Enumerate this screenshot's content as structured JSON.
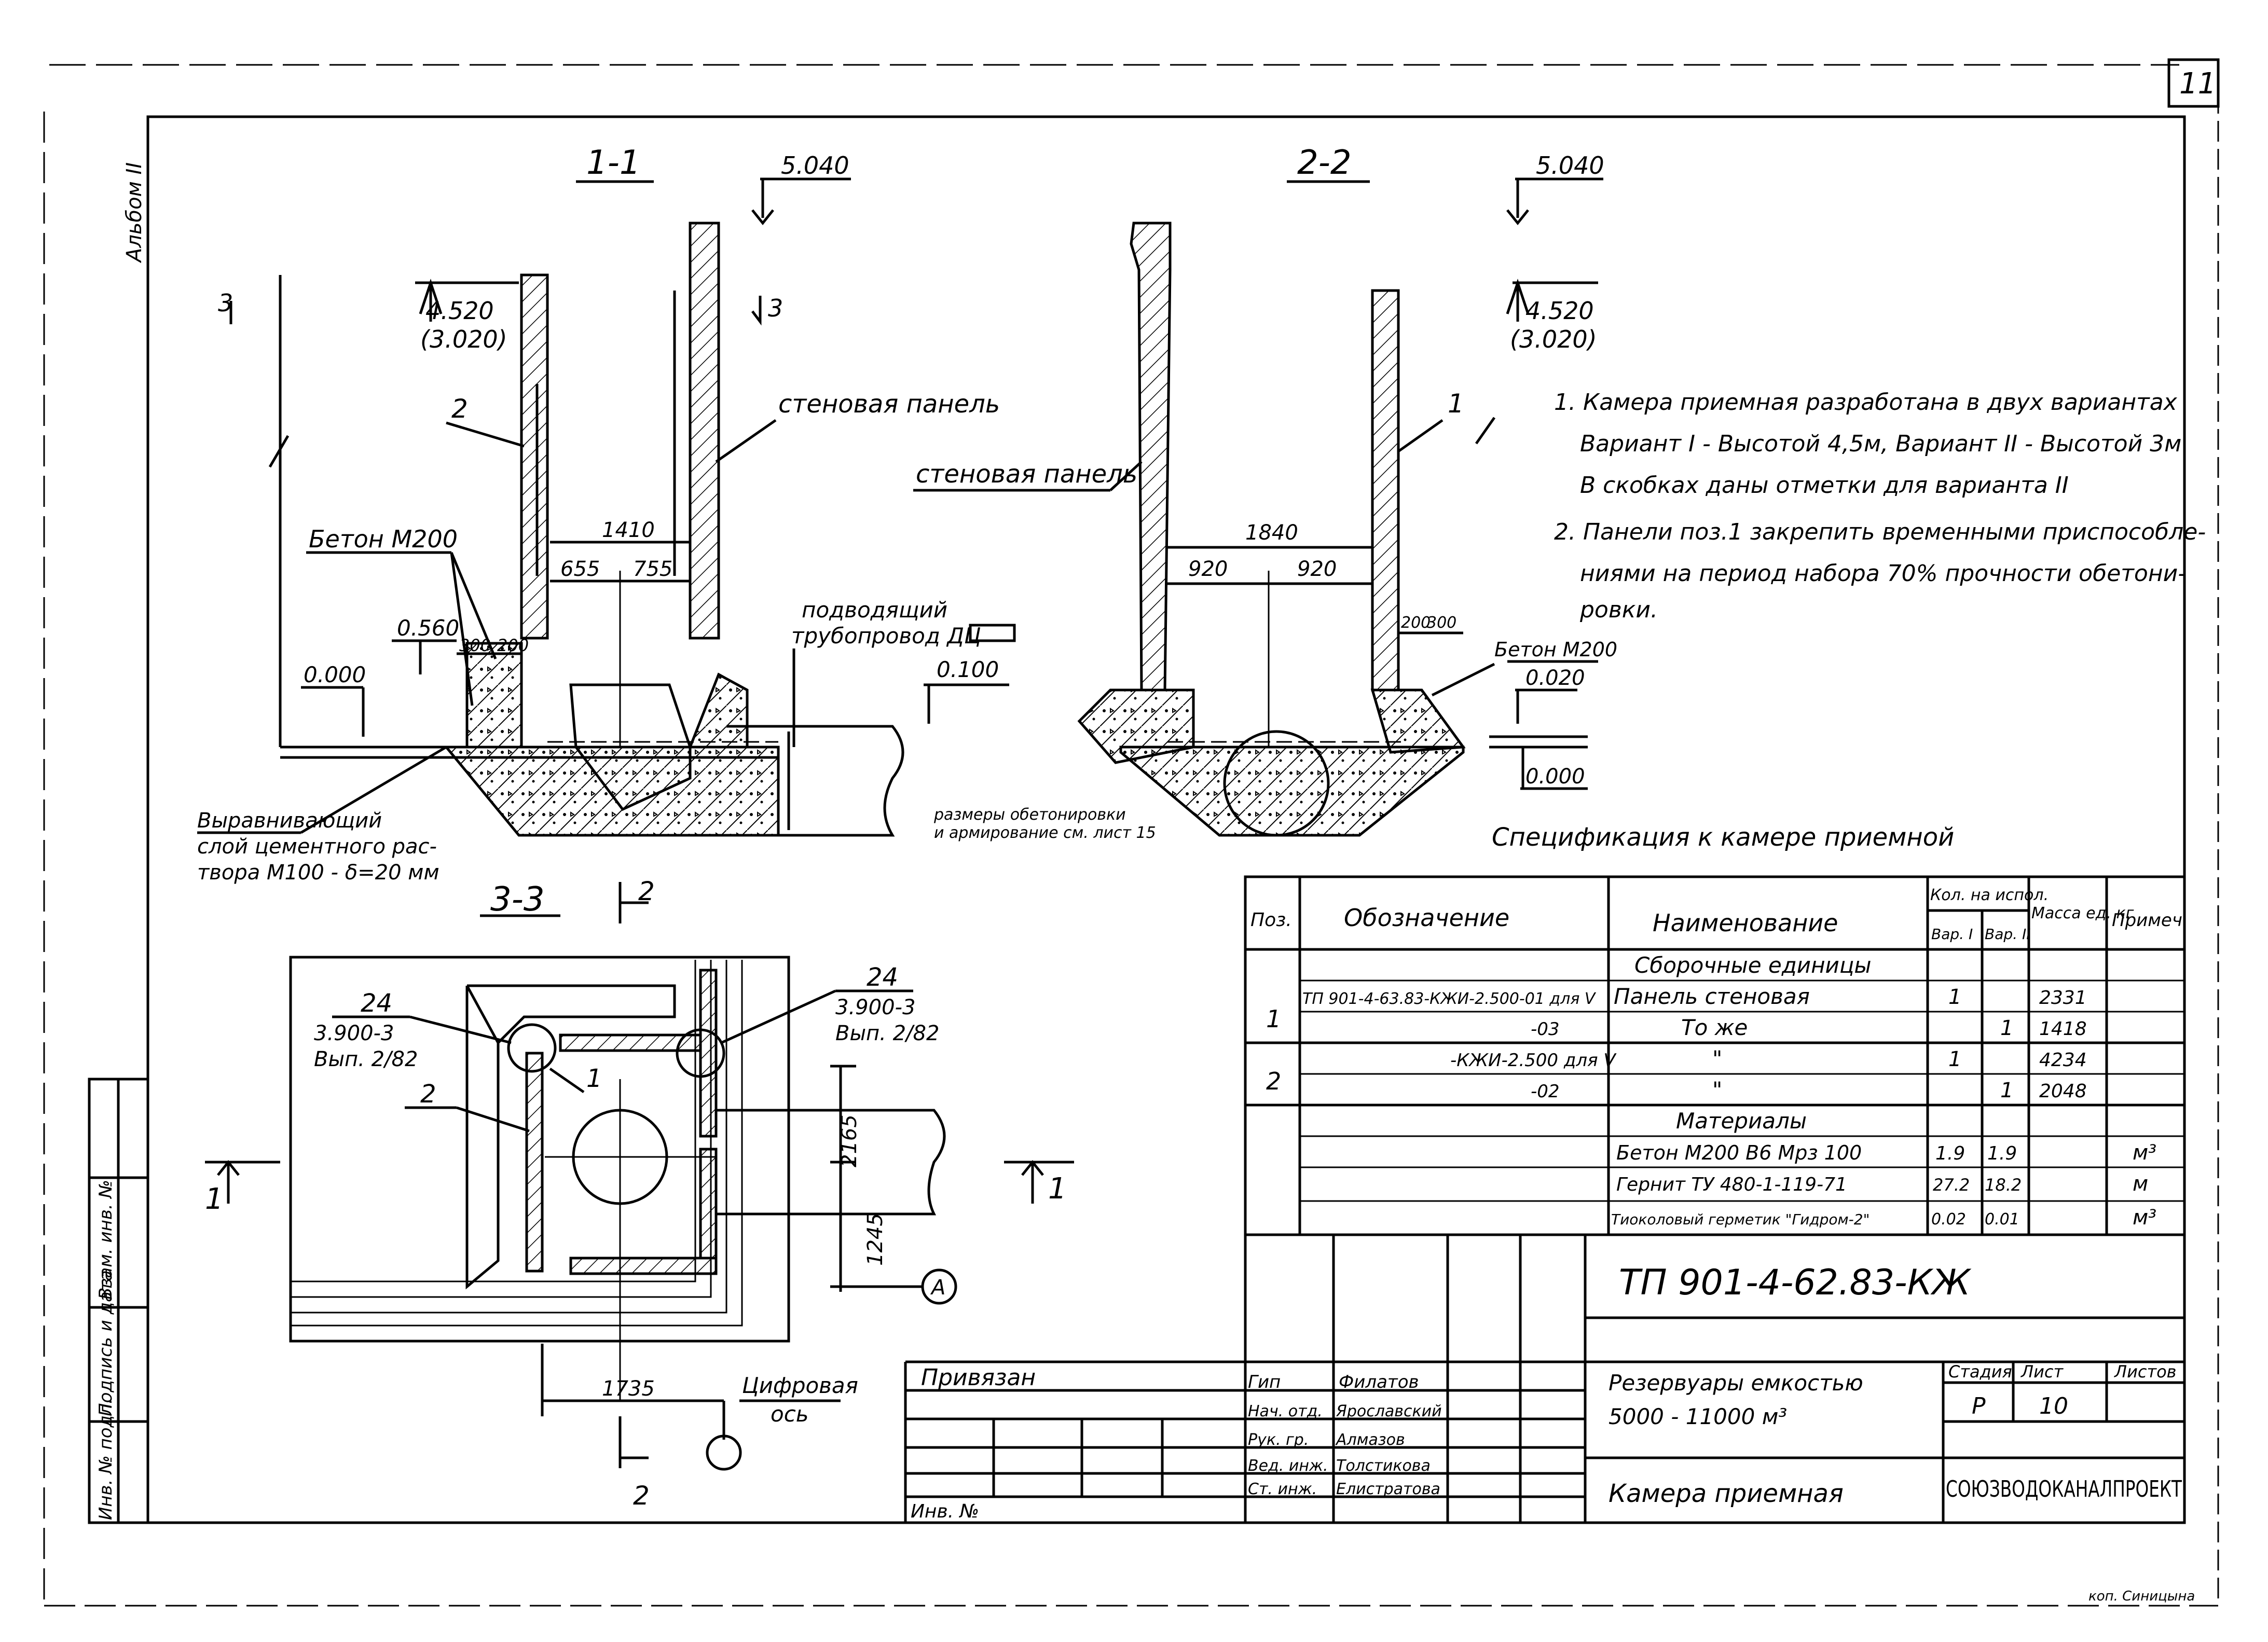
{
  "sheet": {
    "corner_number": "11",
    "side_label": "Альбом II",
    "copied_by": "коп. Синицына"
  },
  "section_1_1": {
    "title": "1-1",
    "top_mark": "5.040",
    "mark_high": "4.520",
    "mark_high_alt": "(3.020)",
    "mark_0560": "0.560",
    "mark_0000": "0.000",
    "mark_0100": "0.100",
    "dim_inner": "1410",
    "dim_left": "655",
    "dim_right": "755",
    "dim_small": "300",
    "dim_small2": "200",
    "pos_label": "2",
    "wall_panel_label": "стеновая панель",
    "concrete_label": "Бетон М200",
    "pipe_label_1": "подводящий",
    "pipe_label_2": "трубопровод ДЦ",
    "leveling_1": "Выравнивающий",
    "leveling_2": "слой цементного рас-",
    "leveling_3": "твора М100 - δ=20 мм",
    "sizes_note_1": "размеры обетонировки",
    "sizes_note_2": "и армирование см. лист 15",
    "cut_left": "3",
    "cut_right": "3"
  },
  "section_2_2": {
    "title": "2-2",
    "top_mark": "5.040",
    "mark_high": "4.520",
    "mark_high_alt": "(3.020)",
    "mark_0020": "0.020",
    "mark_0000": "0.000",
    "dim_inner": "1840",
    "dim_left": "920",
    "dim_right": "920",
    "dim_small": "200",
    "dim_small2": "300",
    "pos_label": "1",
    "wall_panel_label": "стеновая панель",
    "concrete_label": "Бетон М200"
  },
  "section_3_3": {
    "title": "3-3",
    "cut_mark_top": "2",
    "cut_mark_bottom": "2",
    "cut_left": "1",
    "cut_right": "1",
    "node_left_num": "24",
    "node_left_ref": "3.900-3",
    "node_left_issue": "Вып. 2/82",
    "node_right_num": "24",
    "node_right_ref": "3.900-3",
    "node_right_issue": "Вып. 2/82",
    "pos_1": "1",
    "pos_2": "2",
    "dim_2165": "2165",
    "dim_1245": "1245",
    "dim_1735": "1735",
    "axis_a": "А",
    "digital_axis_1": "Цифровая",
    "digital_axis_2": "ось"
  },
  "notes": [
    "1. Камера приемная разработана в двух вариантах",
    "Вариант I - Высотой 4,5м, Вариант II - Высотой 3м",
    "В скобках даны отметки для варианта II",
    "2. Панели поз.1 закрепить временными приспособле-",
    "ниями на период набора 70% прочности обетони-",
    "ровки."
  ],
  "spec": {
    "title": "Спецификация к камере приемной",
    "headers": {
      "pos": "Поз.",
      "designation": "Обозначение",
      "name": "Наименование",
      "qty": "Кол. на испол.",
      "var1": "Вар. I",
      "var2": "Вар. II",
      "mass": "Масса ед. кг",
      "note": "Примеч."
    },
    "rows": [
      {
        "pos": "",
        "designation": "",
        "name": "Сборочные единицы",
        "v1": "",
        "v2": "",
        "mass": "",
        "note": ""
      },
      {
        "pos": "1",
        "designation": "ТП 901-4-63.83-КЖИ-2.500-01 для V",
        "name": "Панель стеновая",
        "v1": "1",
        "v2": "",
        "mass": "2331",
        "note": ""
      },
      {
        "pos": "",
        "designation": "-03",
        "name": "То же",
        "v1": "",
        "v2": "1",
        "mass": "1418",
        "note": ""
      },
      {
        "pos": "2",
        "designation": "-КЖИ-2.500 для V",
        "name": "\"",
        "v1": "1",
        "v2": "",
        "mass": "4234",
        "note": ""
      },
      {
        "pos": "",
        "designation": "-02",
        "name": "\"",
        "v1": "",
        "v2": "1",
        "mass": "2048",
        "note": ""
      },
      {
        "pos": "",
        "designation": "",
        "name": "Материалы",
        "v1": "",
        "v2": "",
        "mass": "",
        "note": ""
      },
      {
        "pos": "",
        "designation": "",
        "name": "Бетон М200 В6 Мрз 100",
        "v1": "1.9",
        "v2": "1.9",
        "mass": "",
        "note": "м³"
      },
      {
        "pos": "",
        "designation": "",
        "name": "Гернит ТУ 480-1-119-71",
        "v1": "27.2",
        "v2": "18.2",
        "mass": "",
        "note": "м"
      },
      {
        "pos": "",
        "designation": "",
        "name": "Тиоколовый герметик \"Гидром-2\"",
        "v1": "0.02",
        "v2": "0.01",
        "mass": "",
        "note": "м³"
      }
    ]
  },
  "title_block": {
    "code": "ТП 901-4-62.83-КЖ",
    "privyazan": "Привязан",
    "inv_no": "Инв. №",
    "object_1": "Резервуары емкостью",
    "object_2": "5000 - 11000 м³",
    "sheet_name": "Камера приемная",
    "stage_h": "Стадия",
    "sheet_h": "Лист",
    "sheets_h": "Листов",
    "stage": "Р",
    "sheet": "10",
    "org": "СОЮЗВОДОКАНАЛПРОЕКТ",
    "roles": [
      {
        "role": "Гип",
        "name": "Филатов"
      },
      {
        "role": "Нач. отд.",
        "name": "Ярославский"
      },
      {
        "role": "Рук. гр.",
        "name": "Алмазов"
      },
      {
        "role": "Вед. инж.",
        "name": "Толстикова"
      },
      {
        "role": "Ст. инж.",
        "name": "Елистратова"
      }
    ]
  },
  "side_stamp": [
    "Инв. № подл.",
    "Подпись и дата",
    "Взам. инв. №"
  ]
}
